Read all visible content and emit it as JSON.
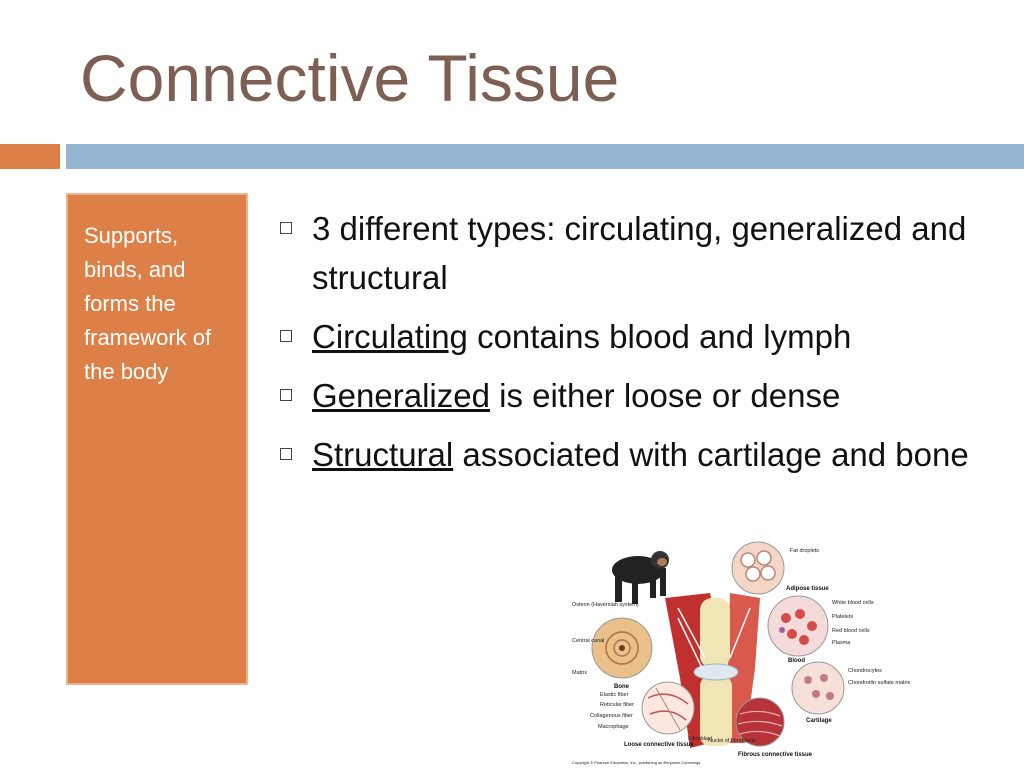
{
  "slide": {
    "title": "Connective Tissue",
    "sidebar_text": "Supports, binds, and forms the framework of the body",
    "bullets": [
      {
        "term": "",
        "text": "3 different types: circulating, generalized and structural"
      },
      {
        "term": "Circulating",
        "text": " contains blood and lymph"
      },
      {
        "term": "Generalized",
        "text": " is either loose or dense"
      },
      {
        "term": "Structural",
        "text": " associated with cartilage and bone"
      }
    ]
  },
  "figure": {
    "labels": {
      "fat_droplets": "Fat droplets",
      "adipose": "Adipose tissue",
      "osteon": "Osteon (Haversian system)",
      "central_canal": "Central canal",
      "matrix": "Matrix",
      "bone": "Bone",
      "white_blood_cells": "White blood cells",
      "platelets": "Platelets",
      "red_blood_cells": "Red blood cells",
      "plasma": "Plasma",
      "blood": "Blood",
      "chondrocytes": "Chondrocytes",
      "chondroitin": "Chondroitin sulfate matrix",
      "cartilage": "Cartilage",
      "elastic_fiber": "Elastic fiber",
      "reticular_fiber": "Reticular fiber",
      "collagenous_fiber": "Collagenous fiber",
      "macrophage": "Macrophage",
      "fibroblast": "Fibroblast",
      "nuclei_fibroblasts": "Nuclei of fibroblasts",
      "loose": "Loose connective tissue",
      "fibrous": "Fibrous connective tissue",
      "copyright": "Copyright © Pearson Education, Inc., publishing as Benjamin Cummings"
    },
    "colors": {
      "bone": "#e9c08a",
      "blood": "#d84a4a",
      "adipose": "#f3d6c6",
      "muscle": "#c0302f"
    }
  },
  "theme": {
    "title_color": "#7d5f53",
    "accent_orange": "#dd8047",
    "accent_blue": "#94b6d2"
  }
}
